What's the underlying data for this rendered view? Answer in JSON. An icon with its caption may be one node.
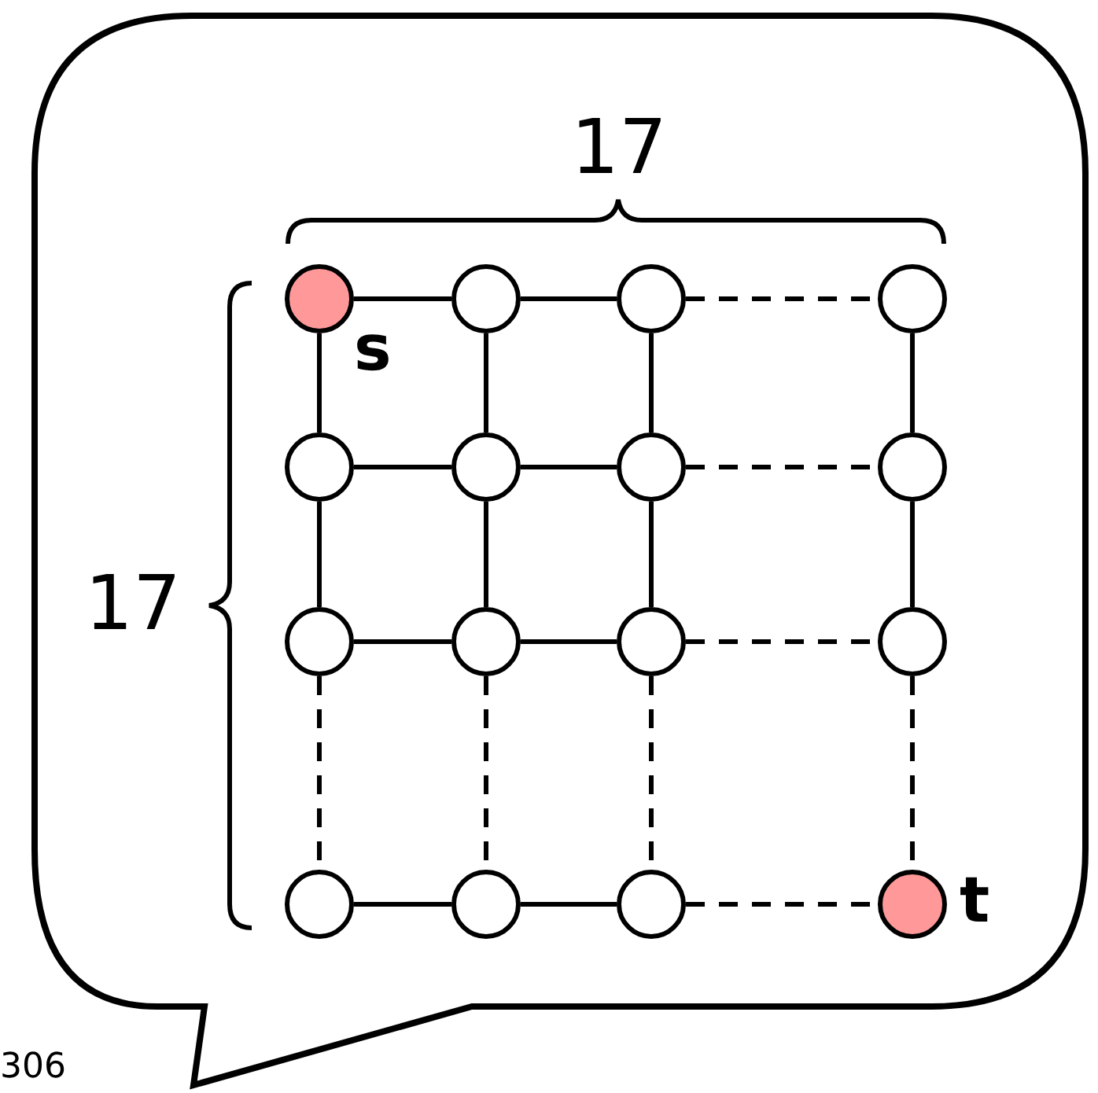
{
  "diagram": {
    "nodes": [
      {
        "text": [],
        "shape": "circle",
        "beside": [
          "s"
        ]
      },
      {
        "text": [],
        "shape": "circle"
      },
      {
        "text": [],
        "shape": "circle"
      },
      {
        "text": [],
        "shape": "circle"
      },
      {
        "text": [],
        "shape": "circle"
      },
      {
        "text": [],
        "shape": "circle"
      },
      {
        "text": [],
        "shape": "circle"
      },
      {
        "text": [],
        "shape": "circle"
      },
      {
        "text": [],
        "shape": "circle"
      },
      {
        "text": [],
        "shape": "circle"
      },
      {
        "text": [],
        "shape": "circle"
      },
      {
        "text": [],
        "shape": "circle"
      },
      {
        "text": [],
        "shape": "circle"
      },
      {
        "text": [],
        "shape": "circle"
      },
      {
        "text": [],
        "shape": "circle"
      },
      {
        "text": [],
        "shape": "circle",
        "beside": [
          "t"
        ]
      }
    ],
    "edges": [
      {
        "from": 0,
        "to": 1,
        "arrow": "none"
      },
      {
        "from": 1,
        "to": 2,
        "arrow": "none"
      },
      {
        "from": 2,
        "to": 3,
        "arrow": "none",
        "style": "dashed"
      },
      {
        "from": 4,
        "to": 5,
        "arrow": "none"
      },
      {
        "from": 5,
        "to": 6,
        "arrow": "none"
      },
      {
        "from": 6,
        "to": 7,
        "arrow": "none",
        "style": "dashed"
      },
      {
        "from": 8,
        "to": 9,
        "arrow": "none"
      },
      {
        "from": 9,
        "to": 10,
        "arrow": "none"
      },
      {
        "from": 10,
        "to": 11,
        "arrow": "none",
        "style": "dashed"
      },
      {
        "from": 12,
        "to": 13,
        "arrow": "none"
      },
      {
        "from": 13,
        "to": 14,
        "arrow": "none"
      },
      {
        "from": 14,
        "to": 15,
        "arrow": "none",
        "style": "dashed"
      },
      {
        "from": 0,
        "to": 4,
        "arrow": "none"
      },
      {
        "from": 4,
        "to": 8,
        "arrow": "none"
      },
      {
        "from": 8,
        "to": 12,
        "arrow": "none",
        "style": "dashed"
      },
      {
        "from": 1,
        "to": 5,
        "arrow": "none"
      },
      {
        "from": 5,
        "to": 9,
        "arrow": "none"
      },
      {
        "from": 9,
        "to": 13,
        "arrow": "none",
        "style": "dashed"
      },
      {
        "from": 2,
        "to": 6,
        "arrow": "none"
      },
      {
        "from": 6,
        "to": 10,
        "arrow": "none"
      },
      {
        "from": 10,
        "to": 14,
        "arrow": "none",
        "style": "dashed"
      },
      {
        "from": 3,
        "to": 7,
        "arrow": "none"
      },
      {
        "from": 7,
        "to": 11,
        "arrow": "none"
      },
      {
        "from": 11,
        "to": 15,
        "arrow": "none",
        "style": "dashed"
      }
    ],
    "labels": [
      "17",
      "17",
      "306"
    ]
  }
}
